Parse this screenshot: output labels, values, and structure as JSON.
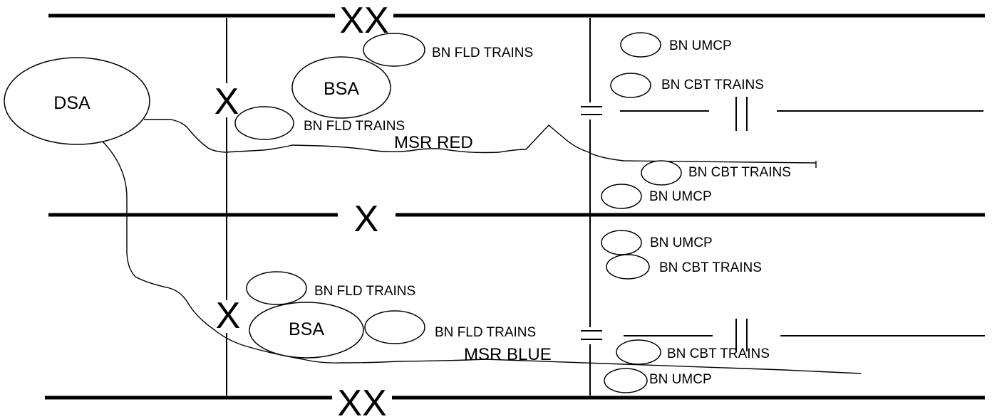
{
  "boundaries": {
    "brigade": "XX",
    "division": "X"
  },
  "areas": {
    "dsa": "DSA",
    "bsa": "BSA"
  },
  "routes": {
    "red": "MSR RED",
    "blue": "MSR BLUE"
  },
  "units": {
    "fld_trains": "BN FLD TRAINS",
    "cbt_trains": "BN CBT TRAINS",
    "umcp": "BN UMCP"
  },
  "symbols": [
    "boundary-line",
    "echelon-marker",
    "oval-area",
    "phase-line-tick"
  ]
}
